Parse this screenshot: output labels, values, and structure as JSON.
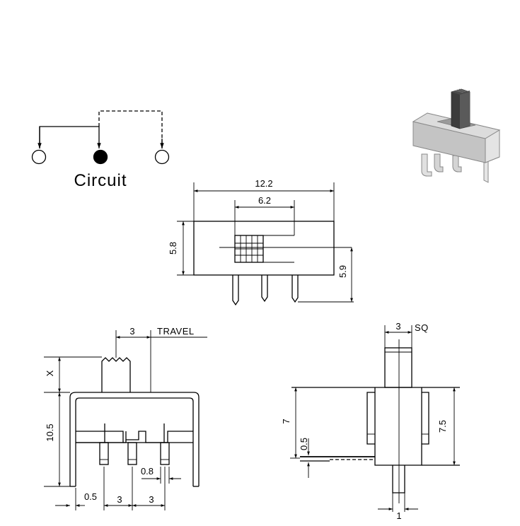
{
  "circuit": {
    "label": "Circuit"
  },
  "front_view": {
    "width": "12.2",
    "inner_width": "6.2",
    "height": "5.8",
    "pin_length": "5.9"
  },
  "side_view": {
    "travel_value": "3",
    "travel_label": "TRAVEL",
    "knob_height": "X",
    "body_height": "10.5",
    "pin_pitch_1": "3",
    "pin_pitch_2": "3",
    "pin_width": "0.8",
    "leg_offset": "0.5"
  },
  "end_view": {
    "knob_size": "3",
    "knob_label": "SQ",
    "height_a": "7",
    "height_b": "7.5",
    "thickness": "0.5",
    "pin_width": "1"
  }
}
